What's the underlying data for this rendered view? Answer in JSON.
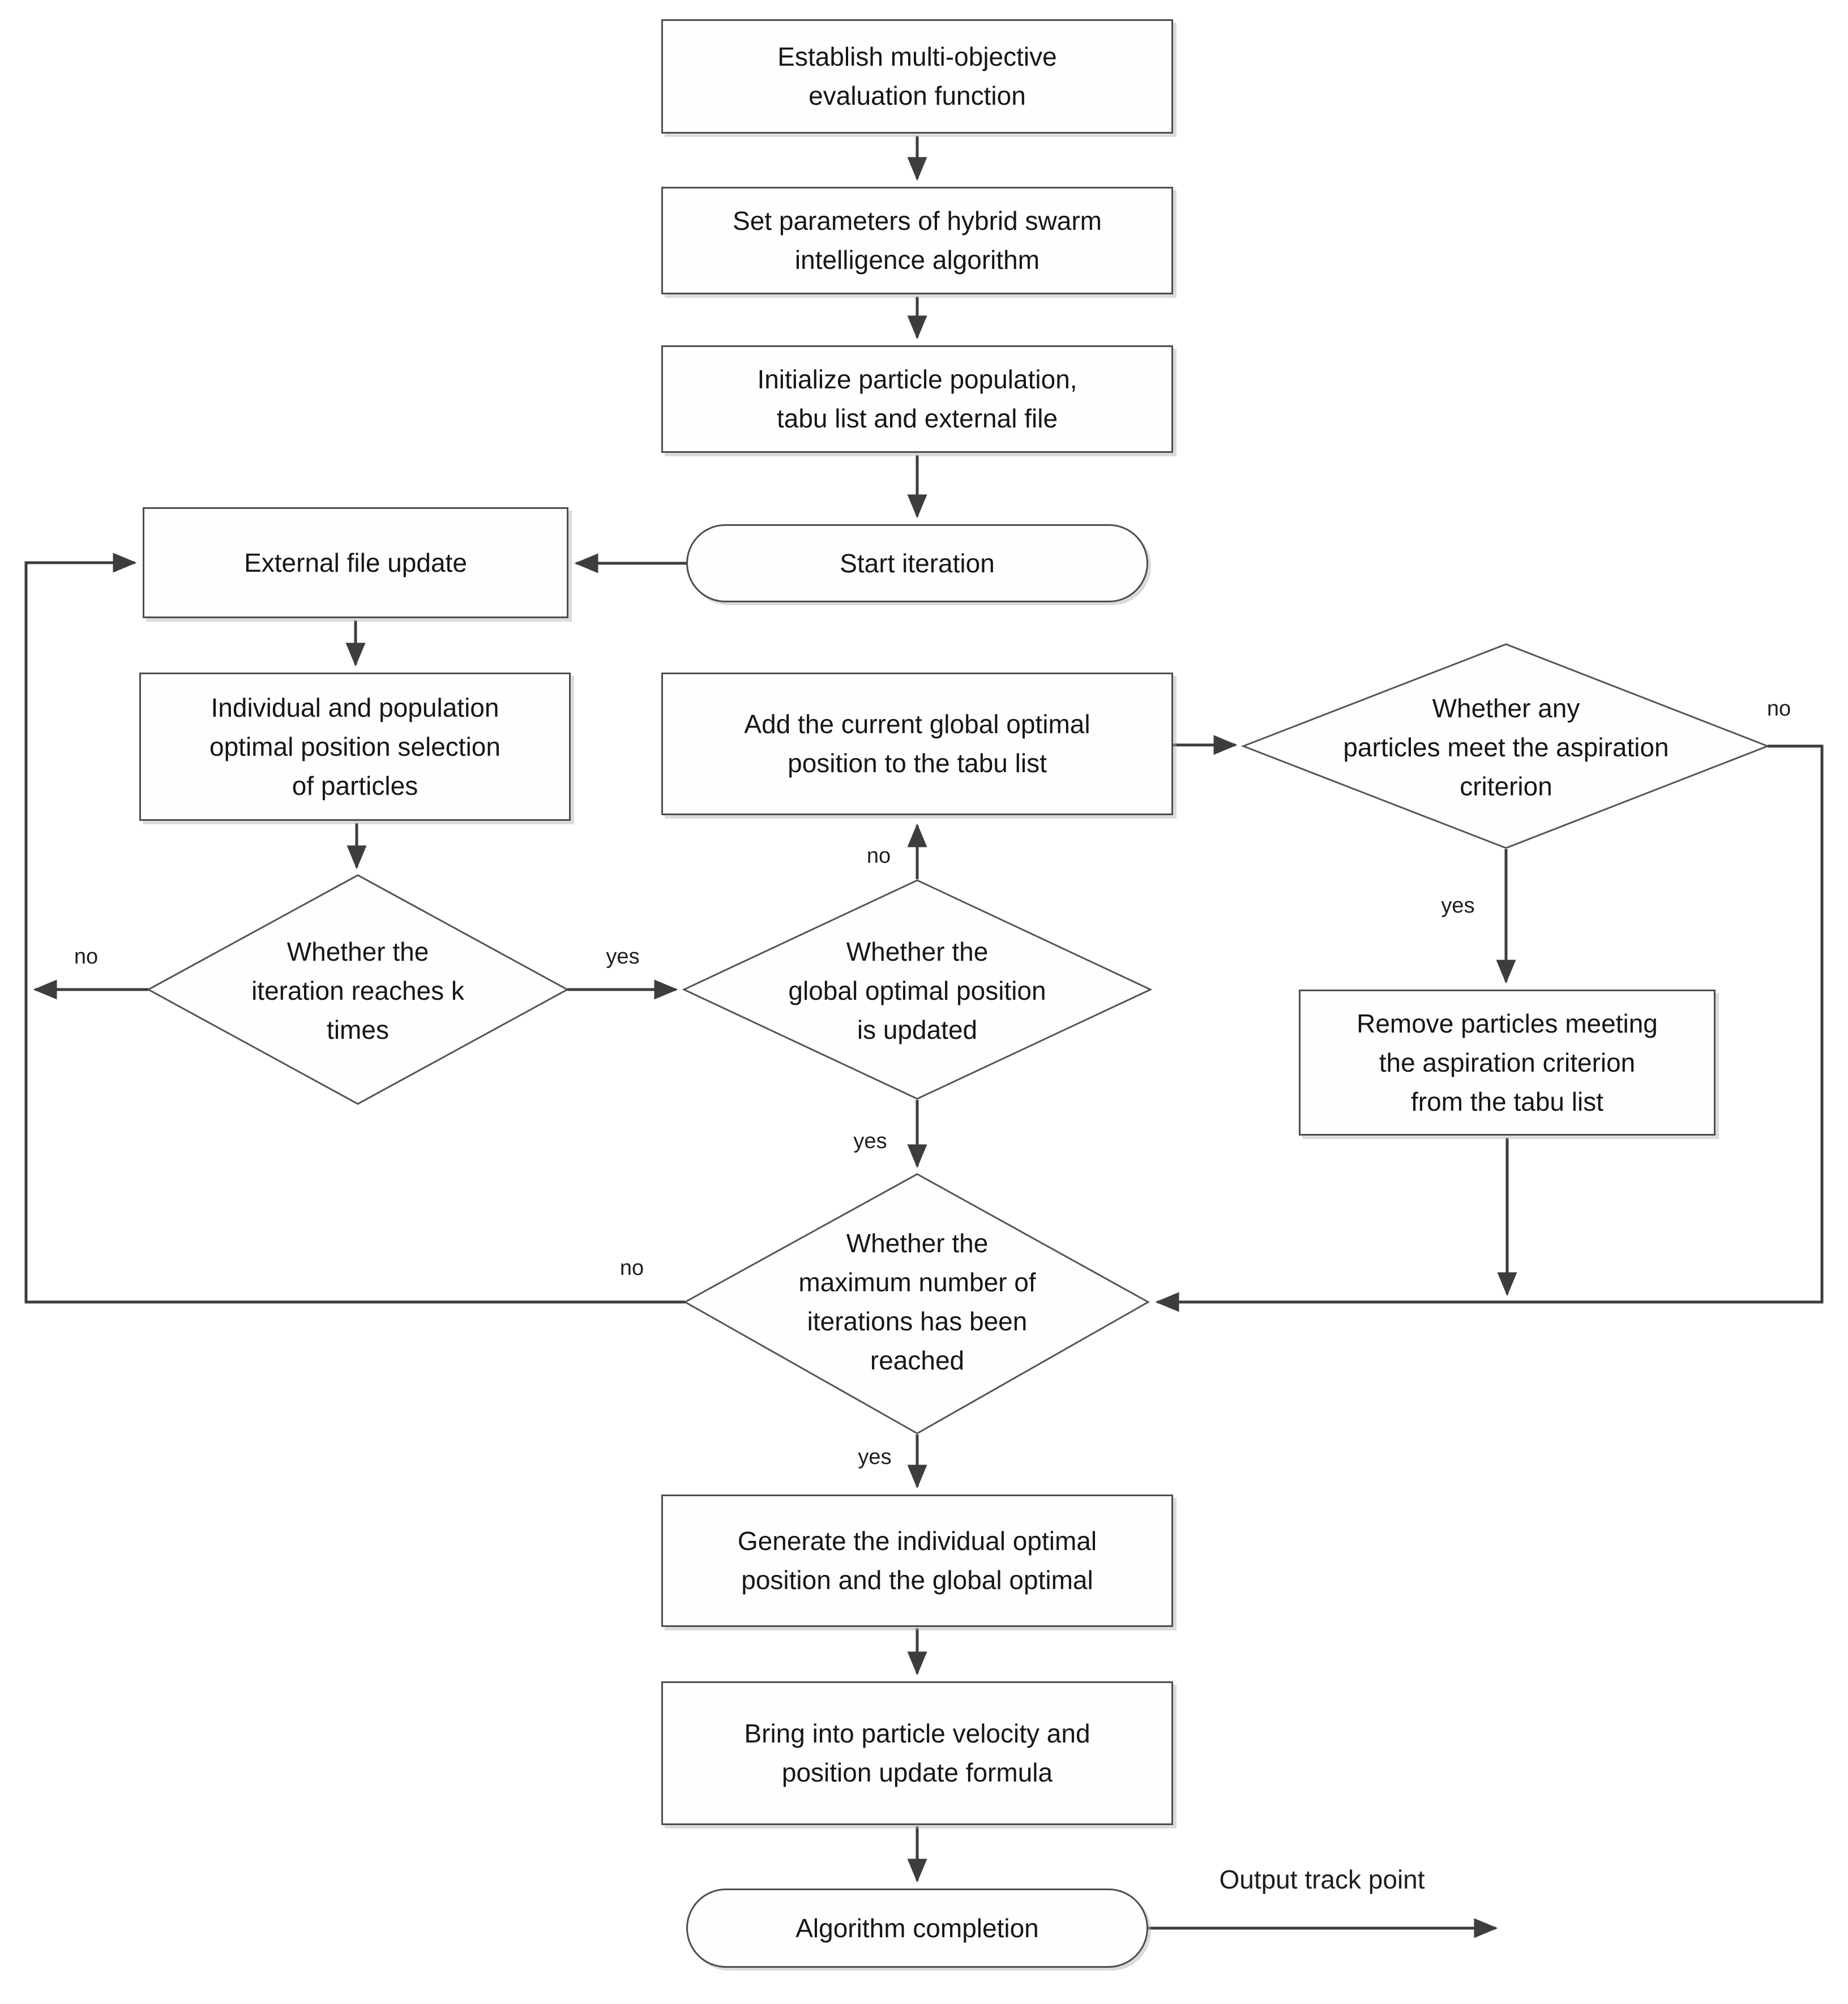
{
  "diagram": {
    "title": "Hybrid swarm intelligence algorithm flowchart",
    "nodes": {
      "establish": {
        "label": "Establish multi-objective\nevaluation function",
        "shape": "process"
      },
      "set_params": {
        "label": "Set parameters of hybrid swarm\nintelligence algorithm",
        "shape": "process"
      },
      "initialize": {
        "label": "Initialize particle population,\ntabu list and external file",
        "shape": "process"
      },
      "start_iteration": {
        "label": "Start iteration",
        "shape": "terminator"
      },
      "external_file_update": {
        "label": "External file update",
        "shape": "process"
      },
      "individual_selection": {
        "label": "Individual and population\noptimal position selection\nof particles",
        "shape": "process"
      },
      "iteration_k": {
        "label": "Whether the\niteration reaches k\ntimes",
        "shape": "decision"
      },
      "global_updated": {
        "label": "Whether the\nglobal optimal position\nis updated",
        "shape": "decision"
      },
      "add_tabu": {
        "label": "Add the current global optimal\nposition to the tabu list",
        "shape": "process"
      },
      "aspiration": {
        "label": "Whether any\nparticles meet the aspiration\ncriterion",
        "shape": "decision"
      },
      "remove_tabu": {
        "label": "Remove particles meeting\nthe aspiration criterion\nfrom the tabu list",
        "shape": "process"
      },
      "max_iterations": {
        "label": "Whether the\nmaximum number of\niterations has been\nreached",
        "shape": "decision"
      },
      "generate": {
        "label": "Generate the individual optimal\nposition and the global optimal",
        "shape": "process"
      },
      "bring_into": {
        "label": "Bring into particle velocity and\nposition update formula",
        "shape": "process"
      },
      "completion": {
        "label": "Algorithm completion",
        "shape": "terminator"
      },
      "output": {
        "label": "Output track point",
        "shape": "annotation"
      }
    },
    "edge_labels": {
      "iteration_k_yes": "yes",
      "iteration_k_no": "no",
      "global_updated_no": "no",
      "global_updated_yes": "yes",
      "aspiration_yes": "yes",
      "aspiration_no": "no",
      "max_iterations_yes": "yes",
      "max_iterations_no": "no"
    },
    "colors": {
      "background": "#ffffff",
      "line": "#3d3d3d",
      "shape_border": "#4d4d4d",
      "diamond_border": "#555555",
      "text": "#161616",
      "shape_fill": "#fefefe"
    }
  }
}
